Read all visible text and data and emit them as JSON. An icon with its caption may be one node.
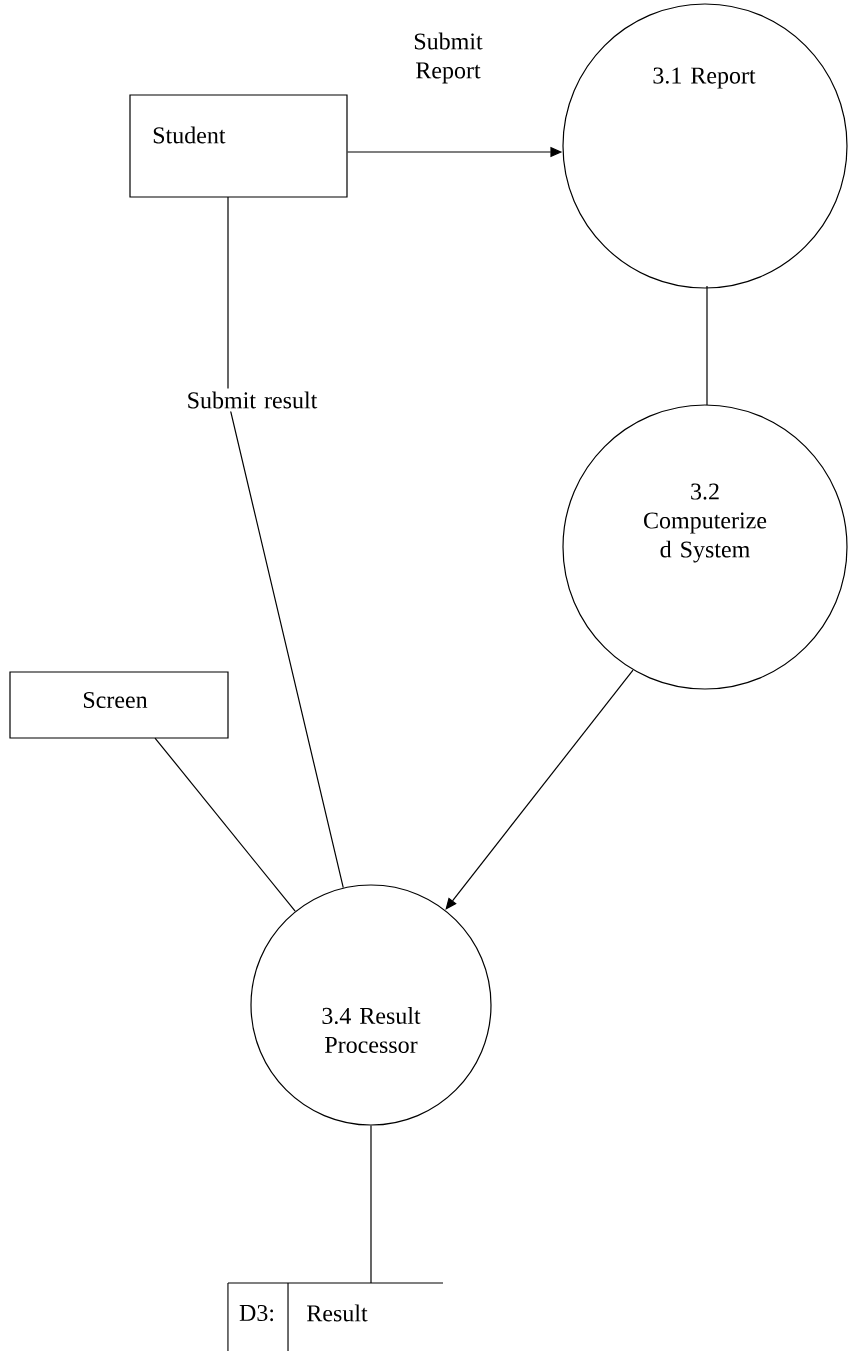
{
  "diagram": {
    "nodes": [
      {
        "text": [
          "Student"
        ]
      },
      {
        "text": [
          "3.1 Report"
        ]
      },
      {
        "text": [
          "3.2 Computerize d System"
        ]
      },
      {
        "text": [
          "Screen"
        ]
      },
      {
        "text": [
          "3.4 Result Processor"
        ]
      },
      {
        "text": [
          "D3:",
          "Result"
        ]
      }
    ],
    "edges": [
      {
        "from": 0,
        "to": 1,
        "arrow": "to",
        "label": "Submit Report"
      },
      {
        "from": 1,
        "to": 2,
        "arrow": "none"
      },
      {
        "from": 0,
        "to": 4,
        "arrow": "none",
        "label": "Submit result"
      },
      {
        "from": 2,
        "to": 4,
        "arrow": "to"
      },
      {
        "from": 3,
        "to": 4,
        "arrow": "none"
      },
      {
        "from": 4,
        "to": 5,
        "arrow": "none"
      }
    ]
  }
}
